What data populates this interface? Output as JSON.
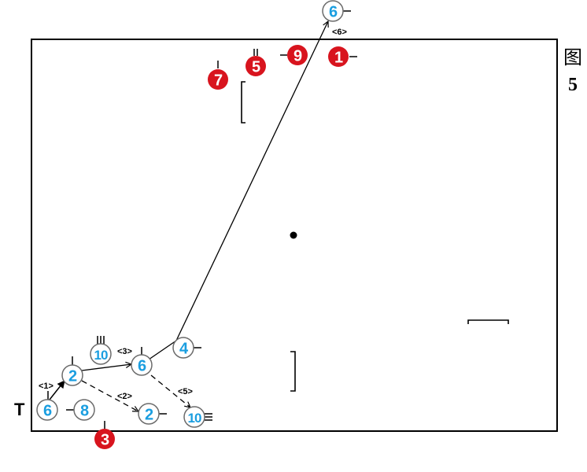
{
  "caption": {
    "line1": "图",
    "line2": "5"
  },
  "legend_mark": "T",
  "colors": {
    "team_a_fill": "#ffffff",
    "team_a_stroke": "#6b6b6b",
    "team_a_text": "#1a9ee0",
    "team_b_fill": "#d8141e",
    "team_b_text": "#ffffff",
    "line": "#000000"
  },
  "team_a_players": [
    {
      "id": "a-6-bottom",
      "number": "6"
    },
    {
      "id": "a-8",
      "number": "8"
    },
    {
      "id": "a-2-left",
      "number": "2"
    },
    {
      "id": "a-10-left",
      "number": "10"
    },
    {
      "id": "a-6-mid",
      "number": "6"
    },
    {
      "id": "a-4",
      "number": "4"
    },
    {
      "id": "a-2-right",
      "number": "2"
    },
    {
      "id": "a-10-right",
      "number": "10"
    },
    {
      "id": "a-6-top",
      "number": "6"
    }
  ],
  "team_b_players": [
    {
      "id": "b-7",
      "number": "7"
    },
    {
      "id": "b-5",
      "number": "5"
    },
    {
      "id": "b-9",
      "number": "9"
    },
    {
      "id": "b-1",
      "number": "1"
    },
    {
      "id": "b-3",
      "number": "3"
    }
  ],
  "step_labels": [
    {
      "id": "step-1",
      "text": "<1>"
    },
    {
      "id": "step-2",
      "text": "<2>"
    },
    {
      "id": "step-3",
      "text": "<3>"
    },
    {
      "id": "step-5",
      "text": "<5>"
    },
    {
      "id": "step-6",
      "text": "<6>"
    }
  ]
}
